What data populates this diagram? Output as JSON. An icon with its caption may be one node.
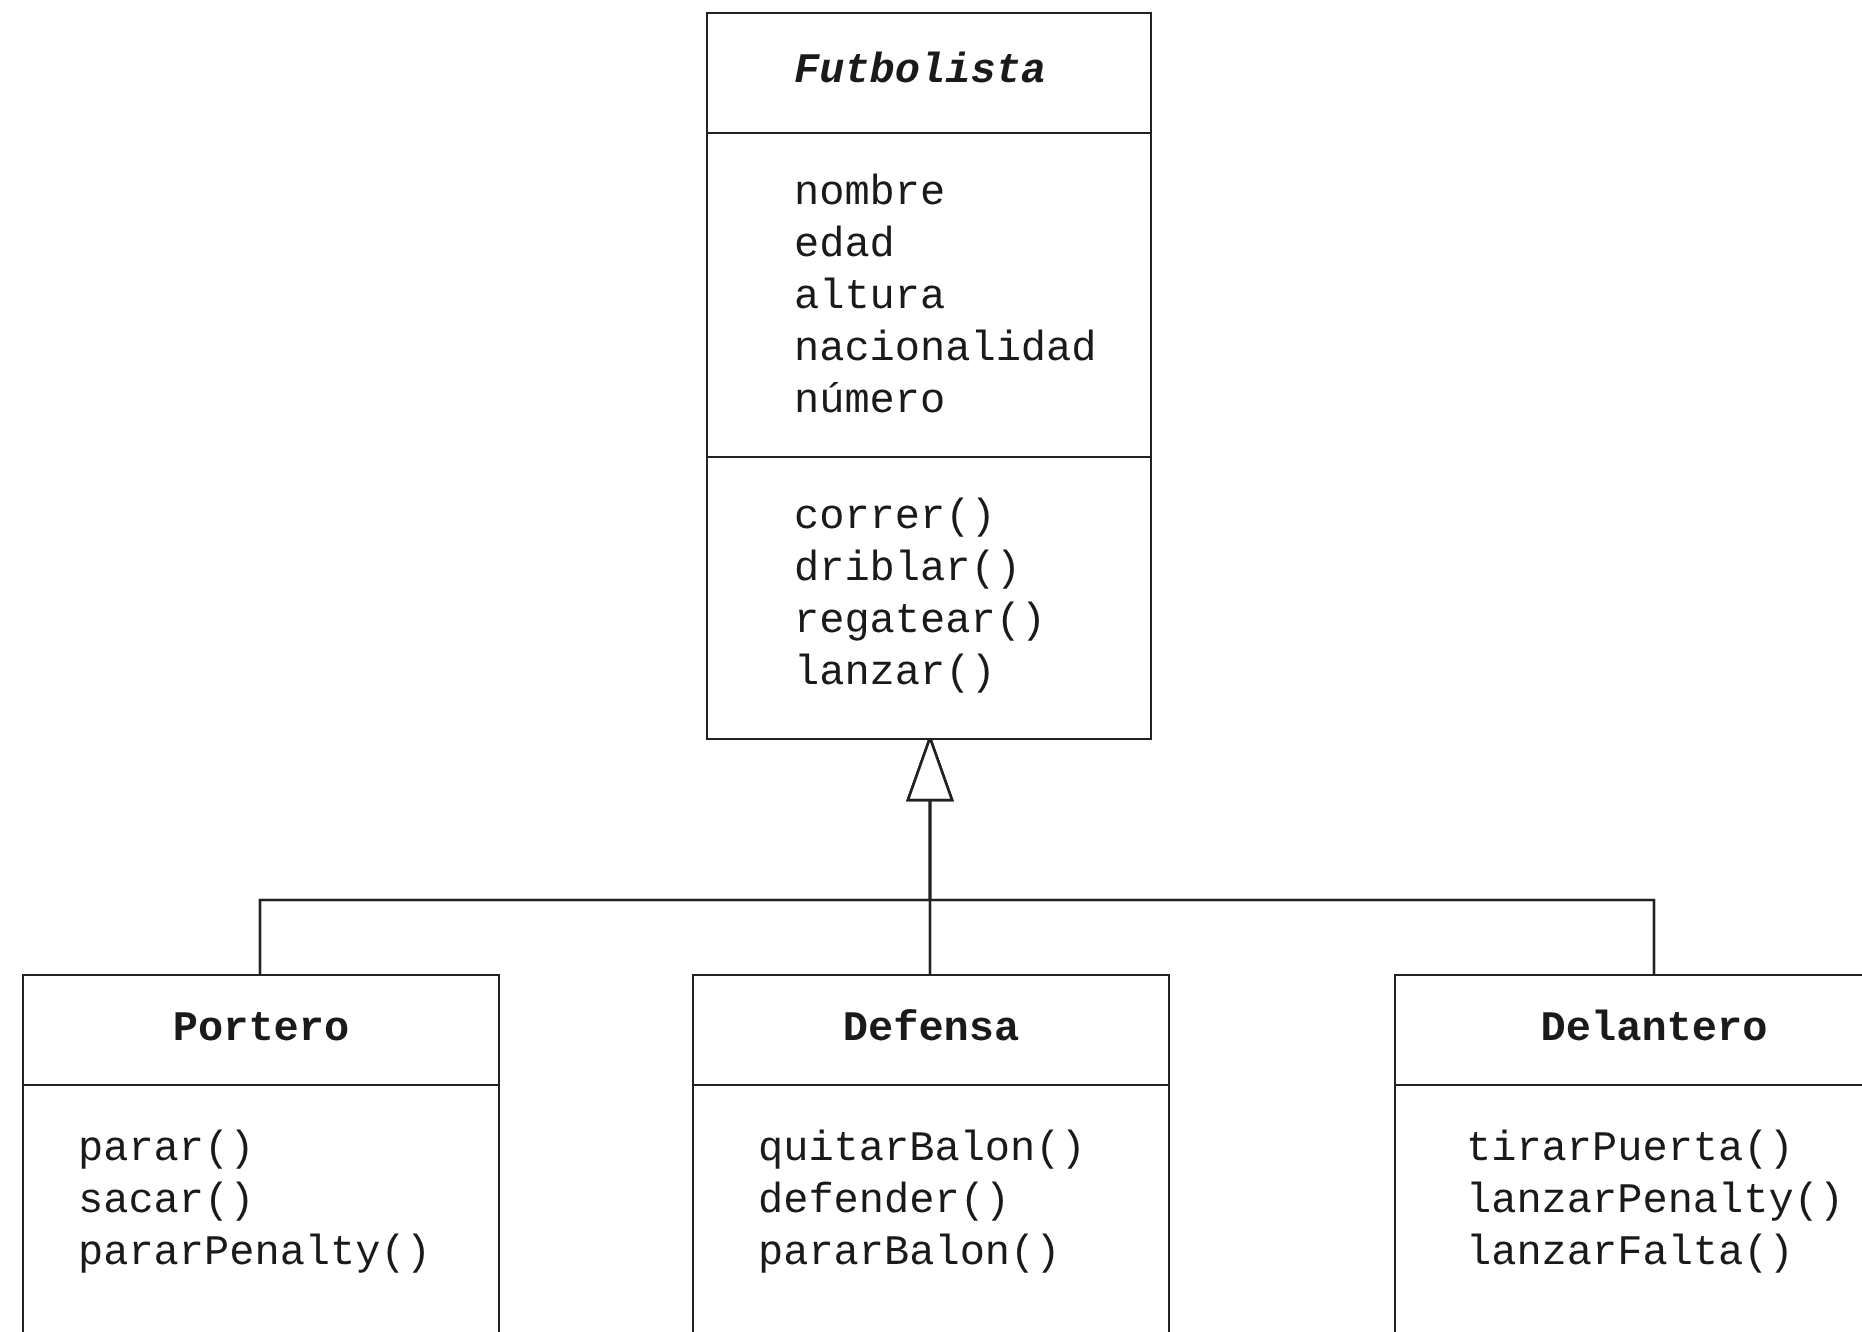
{
  "diagram": {
    "nodes": [
      {
        "text": [
          "Futbolista",
          "nombre edad altura nacionalidad número",
          "correr() driblar() regatear() lanzar()"
        ]
      },
      {
        "text": [
          "Portero",
          "parar() sacar() pararPenalty()"
        ]
      },
      {
        "text": [
          "Defensa",
          "quitarBalon() defender() pararBalon()"
        ]
      },
      {
        "text": [
          "Delantero",
          "tirarPuerta() lanzarPenalty() lanzarFalta()"
        ]
      }
    ],
    "edges": [
      {
        "from": 1,
        "to": 0,
        "arrow": "to"
      },
      {
        "from": 2,
        "to": 0,
        "arrow": "to"
      },
      {
        "from": 3,
        "to": 0,
        "arrow": "to"
      }
    ]
  }
}
